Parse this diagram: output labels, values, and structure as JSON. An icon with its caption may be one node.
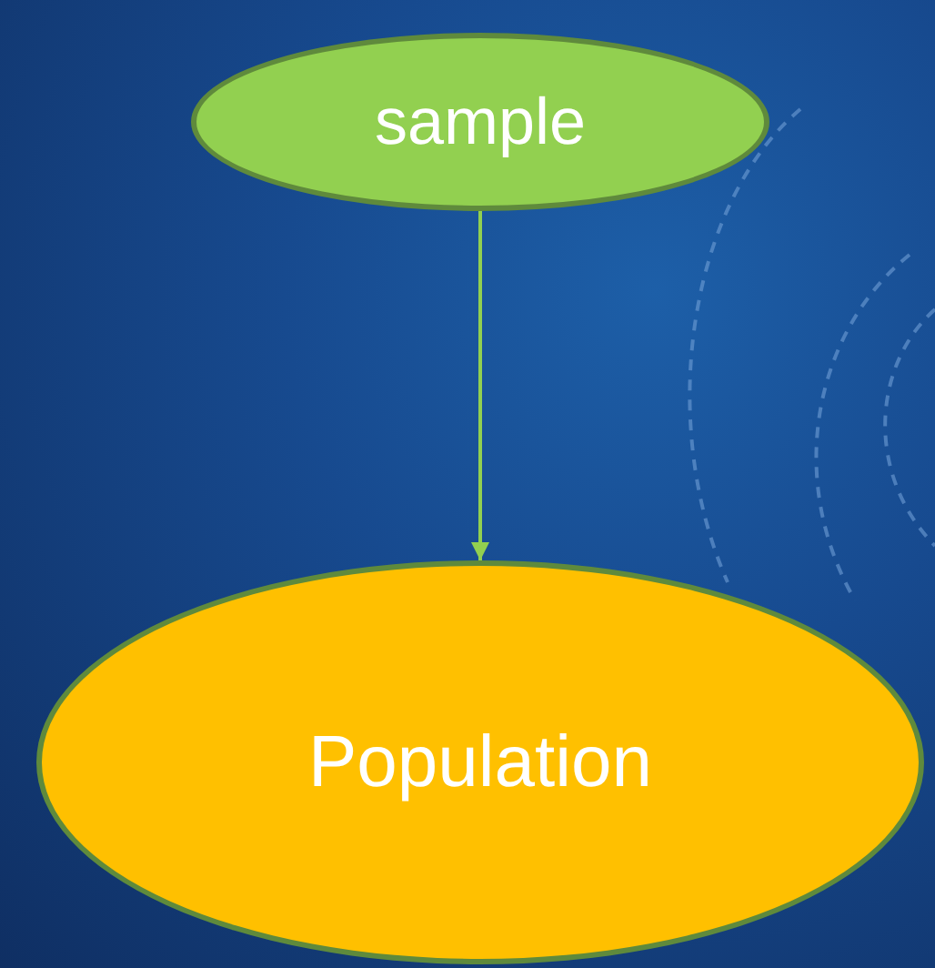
{
  "diagram": {
    "nodes": [
      {
        "text": [
          "sample"
        ]
      },
      {
        "text": [
          "Population"
        ]
      }
    ],
    "edges": [
      {
        "from": 0,
        "to": 1,
        "arrow": "to"
      }
    ]
  }
}
